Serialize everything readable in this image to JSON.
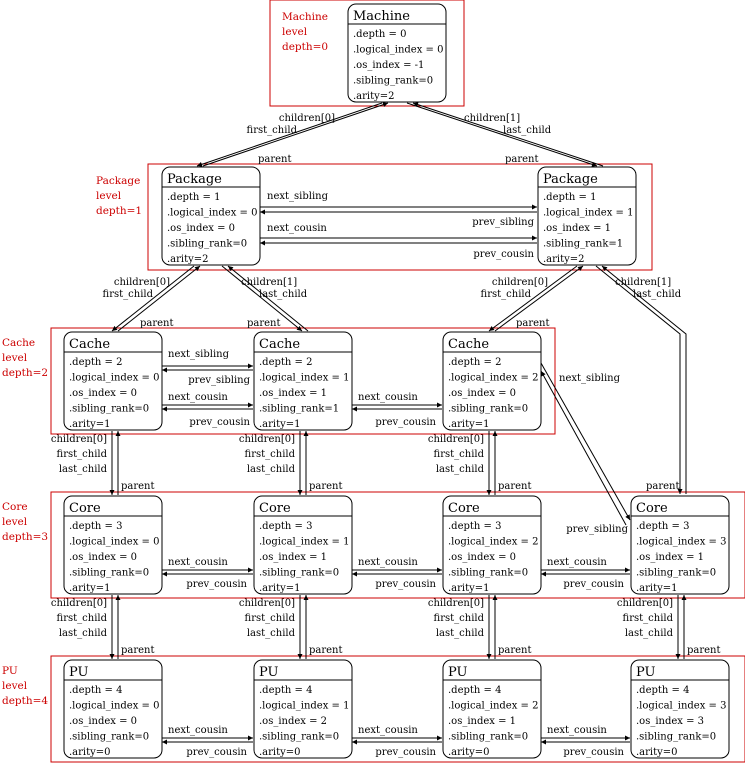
{
  "levels": [
    {
      "id": "machine",
      "lines": [
        "Machine",
        "level",
        "depth=0"
      ]
    },
    {
      "id": "package",
      "lines": [
        "Package",
        "level",
        "depth=1"
      ]
    },
    {
      "id": "cache",
      "lines": [
        "Cache",
        "level",
        "depth=2"
      ]
    },
    {
      "id": "core",
      "lines": [
        "Core",
        "level",
        "depth=3"
      ]
    },
    {
      "id": "pu",
      "lines": [
        "PU",
        "level",
        "depth=4"
      ]
    }
  ],
  "objects": [
    {
      "id": "machine",
      "title": "Machine",
      "attrs": [
        ".depth = 0",
        ".logical_index = 0",
        ".os_index = -1",
        ".sibling_rank=0",
        ".arity=2"
      ]
    },
    {
      "id": "pkg0",
      "title": "Package",
      "attrs": [
        ".depth = 1",
        ".logical_index = 0",
        ".os_index = 0",
        ".sibling_rank=0",
        ".arity=2"
      ]
    },
    {
      "id": "pkg1",
      "title": "Package",
      "attrs": [
        ".depth = 1",
        ".logical_index = 1",
        ".os_index = 1",
        ".sibling_rank=1",
        ".arity=2"
      ]
    },
    {
      "id": "cache0",
      "title": "Cache",
      "attrs": [
        ".depth = 2",
        ".logical_index = 0",
        ".os_index = 0",
        ".sibling_rank=0",
        ".arity=1"
      ]
    },
    {
      "id": "cache1",
      "title": "Cache",
      "attrs": [
        ".depth = 2",
        ".logical_index = 1",
        ".os_index = 1",
        ".sibling_rank=1",
        ".arity=1"
      ]
    },
    {
      "id": "cache2",
      "title": "Cache",
      "attrs": [
        ".depth = 2",
        ".logical_index = 2",
        ".os_index = 0",
        ".sibling_rank=0",
        ".arity=1"
      ]
    },
    {
      "id": "core0",
      "title": "Core",
      "attrs": [
        ".depth = 3",
        ".logical_index = 0",
        ".os_index = 0",
        ".sibling_rank=0",
        ".arity=1"
      ]
    },
    {
      "id": "core1",
      "title": "Core",
      "attrs": [
        ".depth = 3",
        ".logical_index = 1",
        ".os_index = 1",
        ".sibling_rank=0",
        ".arity=1"
      ]
    },
    {
      "id": "core2",
      "title": "Core",
      "attrs": [
        ".depth = 3",
        ".logical_index = 2",
        ".os_index = 0",
        ".sibling_rank=0",
        ".arity=1"
      ]
    },
    {
      "id": "core3",
      "title": "Core",
      "attrs": [
        ".depth = 3",
        ".logical_index = 3",
        ".os_index = 1",
        ".sibling_rank=0",
        ".arity=1"
      ]
    },
    {
      "id": "pu0",
      "title": "PU",
      "attrs": [
        ".depth = 4",
        ".logical_index = 0",
        ".os_index = 0",
        ".sibling_rank=0",
        ".arity=0"
      ]
    },
    {
      "id": "pu1",
      "title": "PU",
      "attrs": [
        ".depth = 4",
        ".logical_index = 1",
        ".os_index = 2",
        ".sibling_rank=0",
        ".arity=0"
      ]
    },
    {
      "id": "pu2",
      "title": "PU",
      "attrs": [
        ".depth = 4",
        ".logical_index = 2",
        ".os_index = 1",
        ".sibling_rank=0",
        ".arity=0"
      ]
    },
    {
      "id": "pu3",
      "title": "PU",
      "attrs": [
        ".depth = 4",
        ".logical_index = 3",
        ".os_index = 3",
        ".sibling_rank=0",
        ".arity=0"
      ]
    }
  ],
  "link_labels": {
    "children0": "children[0]",
    "children1": "children[1]",
    "first_child": "first_child",
    "last_child": "last_child",
    "parent": "parent",
    "next_sibling": "next_sibling",
    "prev_sibling": "prev_sibling",
    "next_cousin": "next_cousin",
    "prev_cousin": "prev_cousin"
  },
  "colors": {
    "level_frame": "#cc0000",
    "ink": "#000000"
  }
}
